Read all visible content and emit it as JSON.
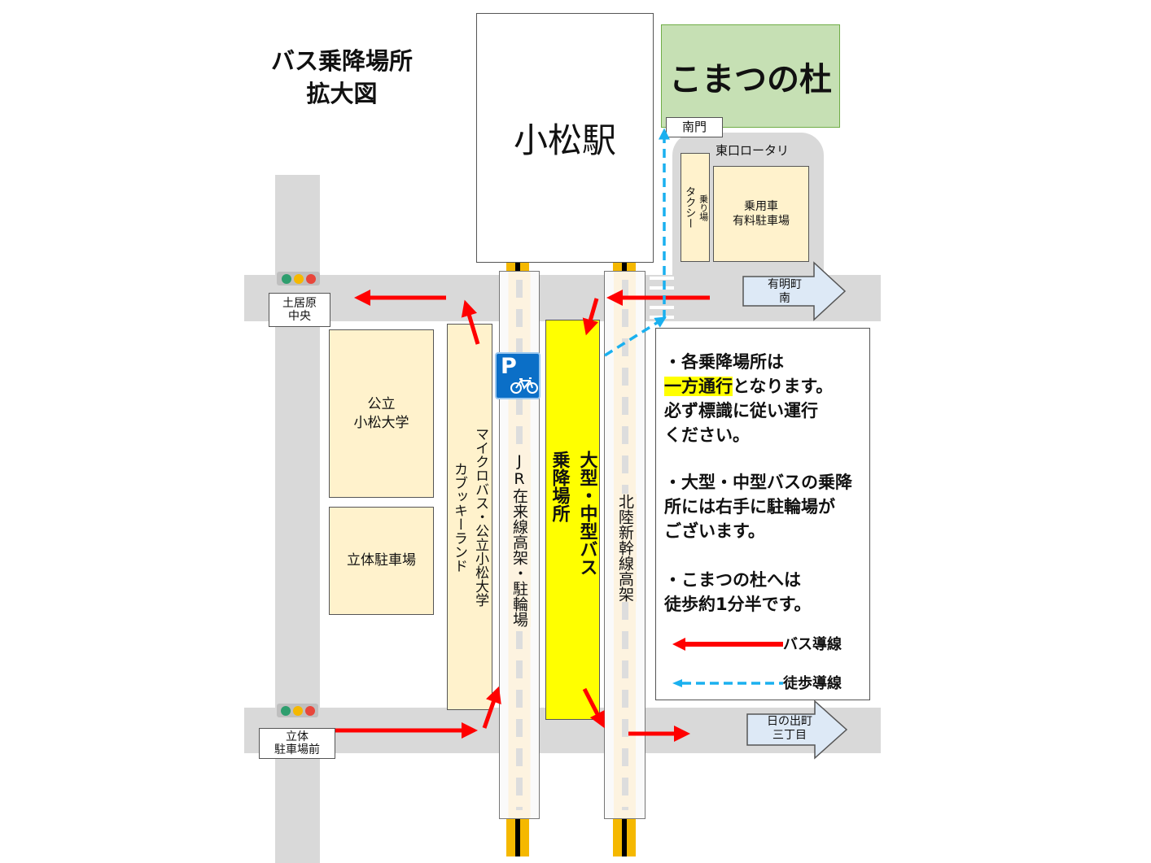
{
  "title": {
    "line1": "バス乗降場所",
    "line2": "拡大図"
  },
  "station": "小松駅",
  "komatsu_no_mori": "こまつの杜",
  "south_gate": "南門",
  "east_rotary": "東口ロータリ",
  "taxi": {
    "main": "タクシー",
    "sub": "乗り場"
  },
  "car_parking": {
    "line1": "乗用車",
    "line2": "有料駐車場"
  },
  "dir_ariake": {
    "line1": "有明町",
    "line2": "南"
  },
  "dir_hinode": {
    "line1": "日の出町",
    "line2": "三丁目"
  },
  "signal_doihara": {
    "line1": "土居原",
    "line2": "中央"
  },
  "signal_rittai": {
    "line1": "立体",
    "line2": "駐車場前"
  },
  "university": {
    "line1": "公立",
    "line2": "小松大学"
  },
  "multistory_parking": "立体駐車場",
  "microbus": {
    "line1": "マイクロバス・公立小松大学",
    "line2": "カブッキーランド"
  },
  "jr_elevated": "JR在来線高架・駐輪場",
  "bus_area": {
    "line1": "大型・中型バス",
    "line2": "乗降場所"
  },
  "shinkansen": "北陸新幹線高架",
  "bike_sign": "P",
  "info": {
    "p1a": "・各乗降場所は",
    "p1b_highlight": "一方通行",
    "p1b_rest": "となります。",
    "p1c": "必ず標識に従い運行",
    "p1d": "ください。",
    "p2a": "・大型・中型バスの乗降",
    "p2b": "所には右手に駐輪場が",
    "p2c": "ございます。",
    "p3a": "・こまつの杜へは",
    "p3b": "徒歩約1分半です。",
    "legend_bus": "バス導線",
    "legend_walk": "徒歩導線"
  },
  "colors": {
    "bus_route": "#ff0000",
    "walk_route": "#1ab0ef",
    "bus_area": "#ffff00",
    "forest": "#c6e0b4"
  }
}
